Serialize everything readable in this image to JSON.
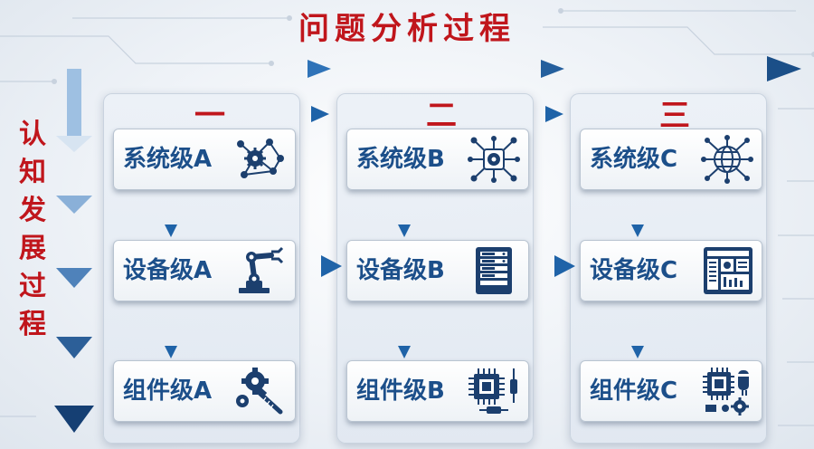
{
  "title": "问题分析过程",
  "side_title": [
    "认",
    "知",
    "发",
    "展",
    "过",
    "程"
  ],
  "colors": {
    "accent_red": "#c0161c",
    "label_blue": "#1c4f8a",
    "arrow_blue": "#1f63a8"
  },
  "columns": [
    {
      "number": "一",
      "boxes": [
        {
          "label": "系统级A",
          "icon": "network-gears-icon"
        },
        {
          "label": "设备级A",
          "icon": "robot-arm-icon"
        },
        {
          "label": "组件级A",
          "icon": "gear-screw-icon"
        }
      ]
    },
    {
      "number": "二",
      "boxes": [
        {
          "label": "系统级B",
          "icon": "gear-network-icon"
        },
        {
          "label": "设备级B",
          "icon": "server-rack-icon"
        },
        {
          "label": "组件级B",
          "icon": "chip-resistor-icon"
        }
      ]
    },
    {
      "number": "三",
      "boxes": [
        {
          "label": "系统级C",
          "icon": "globe-network-icon"
        },
        {
          "label": "设备级C",
          "icon": "control-panel-icon"
        },
        {
          "label": "组件级C",
          "icon": "chip-capacitor-gears-icon"
        }
      ]
    }
  ]
}
